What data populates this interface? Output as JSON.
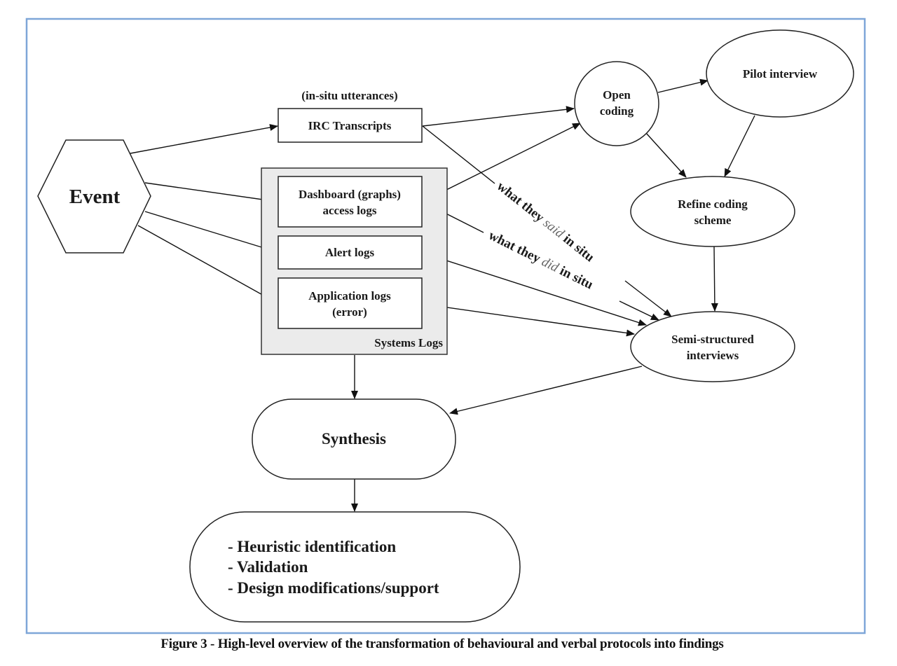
{
  "figure": {
    "caption": "Figure 3 - High-level overview of the transformation of behavioural and verbal protocols into findings",
    "frame_color": "#7ea6d8"
  },
  "nodes": {
    "event": {
      "label": "Event",
      "shape": "hexagon"
    },
    "irc_annotation": {
      "label": "(in-situ utterances)"
    },
    "irc_transcripts": {
      "label": "IRC Transcripts",
      "shape": "rectangle"
    },
    "systems_logs": {
      "label": "Systems Logs",
      "shape": "group",
      "fill": "#ebebeb",
      "children": {
        "dashboard": {
          "lines": [
            "Dashboard (graphs)",
            "access logs"
          ],
          "shape": "rectangle"
        },
        "alert": {
          "label": "Alert logs",
          "shape": "rectangle"
        },
        "application": {
          "lines": [
            "Application logs",
            "(error)"
          ],
          "shape": "rectangle"
        }
      }
    },
    "open_coding": {
      "lines": [
        "Open",
        "coding"
      ],
      "shape": "circle"
    },
    "pilot_interview": {
      "label": "Pilot interview",
      "shape": "ellipse"
    },
    "refine_coding": {
      "lines": [
        "Refine coding",
        "scheme"
      ],
      "shape": "ellipse"
    },
    "semi_structured": {
      "lines": [
        "Semi-structured",
        "interviews"
      ],
      "shape": "ellipse"
    },
    "synthesis": {
      "label": "Synthesis",
      "shape": "rounded-rectangle"
    },
    "findings": {
      "shape": "rounded-rectangle",
      "items": [
        "- Heuristic identification",
        "- Validation",
        "- Design modifications/support"
      ]
    }
  },
  "edge_labels": {
    "said": {
      "pre": "what they ",
      "em": "said",
      "post": " in situ"
    },
    "did": {
      "pre": "what they ",
      "em": "did",
      "post": " in situ"
    }
  },
  "edges": [
    {
      "from": "event",
      "to": "irc_transcripts"
    },
    {
      "from": "event",
      "to": "dashboard"
    },
    {
      "from": "event",
      "to": "alert"
    },
    {
      "from": "event",
      "to": "application"
    },
    {
      "from": "irc_transcripts",
      "to": "open_coding"
    },
    {
      "from": "dashboard",
      "to": "open_coding"
    },
    {
      "from": "irc_transcripts",
      "to": "semi_structured",
      "label": "said"
    },
    {
      "from": "dashboard",
      "to": "semi_structured",
      "label": "did"
    },
    {
      "from": "alert",
      "to": "semi_structured"
    },
    {
      "from": "application",
      "to": "semi_structured"
    },
    {
      "from": "open_coding",
      "to": "pilot_interview"
    },
    {
      "from": "open_coding",
      "to": "refine_coding"
    },
    {
      "from": "pilot_interview",
      "to": "refine_coding"
    },
    {
      "from": "refine_coding",
      "to": "semi_structured"
    },
    {
      "from": "semi_structured",
      "to": "synthesis"
    },
    {
      "from": "systems_logs",
      "to": "synthesis"
    },
    {
      "from": "synthesis",
      "to": "findings"
    }
  ]
}
